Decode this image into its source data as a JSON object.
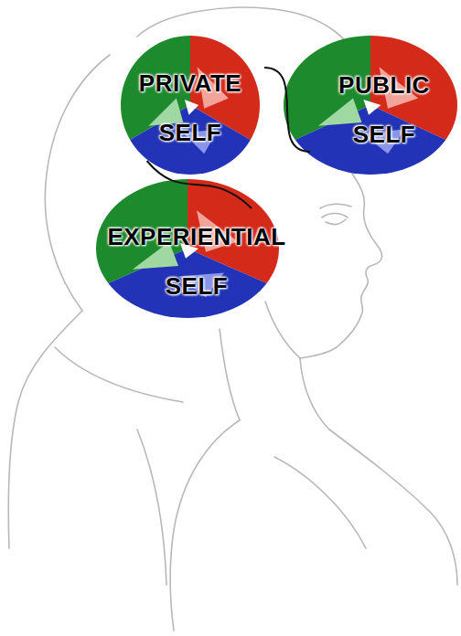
{
  "diagram": {
    "nodes": [
      {
        "text": [
          "PRIVATE SELF"
        ]
      },
      {
        "text": [
          "PUBLIC SELF"
        ]
      },
      {
        "text": [
          "EXPERIENTIAL SELF"
        ]
      }
    ],
    "edges": [
      {
        "from": 0,
        "to": 1,
        "arrow": "none"
      },
      {
        "from": 0,
        "to": 2,
        "arrow": "none"
      }
    ]
  }
}
